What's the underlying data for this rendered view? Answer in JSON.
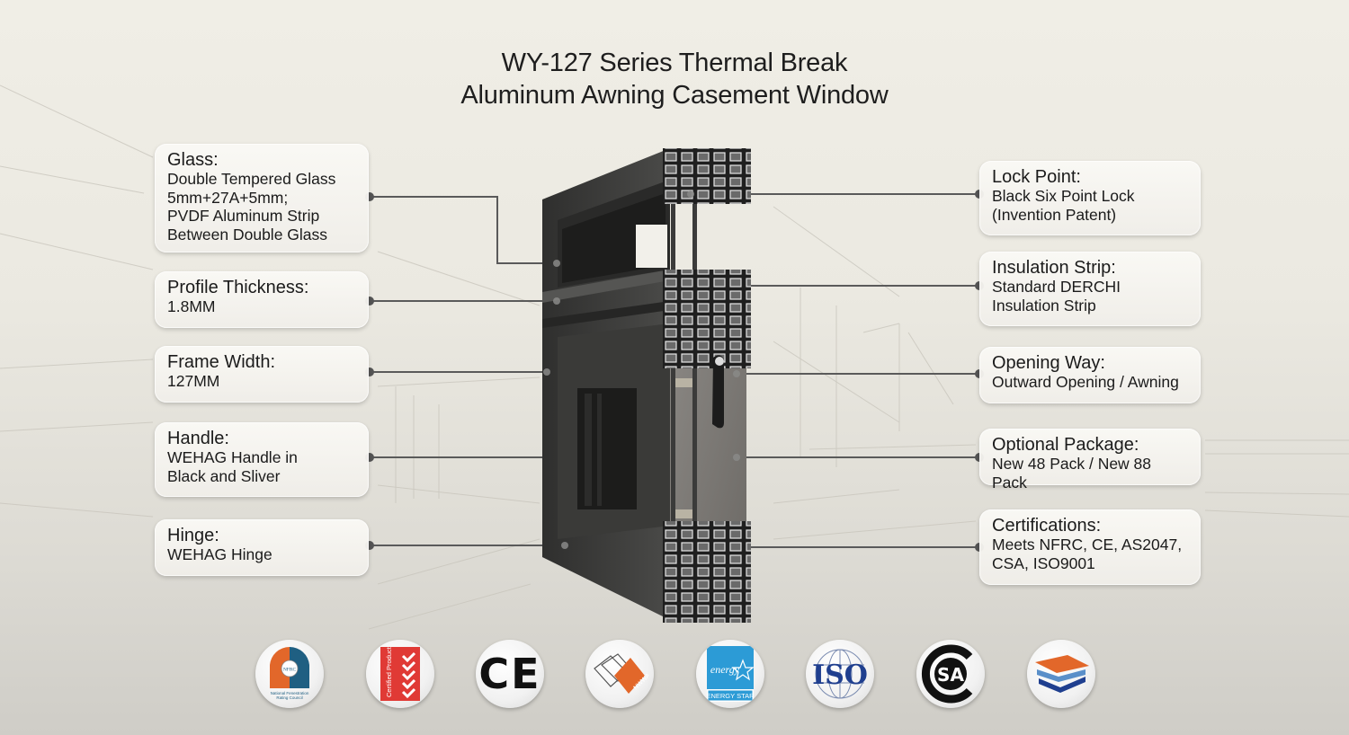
{
  "title": {
    "line1": "WY-127 Series Thermal Break",
    "line2": "Aluminum Awning Casement Window"
  },
  "left_features": [
    {
      "label": "Glass:",
      "value": "Double Tempered Glass\n5mm+27A+5mm;\nPVDF Aluminum Strip\nBetween Double Glass"
    },
    {
      "label": "Profile Thickness:",
      "value": "1.8MM"
    },
    {
      "label": "Frame Width:",
      "value": "127MM"
    },
    {
      "label": "Handle:",
      "value": "WEHAG Handle in\nBlack and Sliver"
    },
    {
      "label": "Hinge:",
      "value": "WEHAG Hinge"
    }
  ],
  "right_features": [
    {
      "label": "Lock Point:",
      "value": "Black Six Point Lock\n(Invention Patent)"
    },
    {
      "label": "Insulation Strip:",
      "value": "Standard DERCHI\nInsulation Strip"
    },
    {
      "label": "Opening Way:",
      "value": "Outward Opening / Awning"
    },
    {
      "label": "Optional Package:",
      "value": "New 48 Pack / New 88 Pack"
    },
    {
      "label": "Certifications:",
      "value": "Meets NFRC, CE, AS2047,\nCSA, ISO9001"
    }
  ],
  "badges": [
    {
      "name": "nfrc-logo",
      "text": "NFRC",
      "caption": "National Fenestration Rating Council"
    },
    {
      "name": "certified-product-logo",
      "text": "Certified Product"
    },
    {
      "name": "ce-mark",
      "text": "CE"
    },
    {
      "name": "nwwa-logo",
      "text": "NWWA"
    },
    {
      "name": "energy-star-logo",
      "text": "ENERGY STAR",
      "script": "energy"
    },
    {
      "name": "iso-logo",
      "text": "ISO"
    },
    {
      "name": "csa-logo",
      "text": "SA"
    },
    {
      "name": "layers-logo",
      "text": ""
    }
  ],
  "colors": {
    "connector": "#5a5a5a",
    "frame": "#3e3e3c",
    "nfrc_orange": "#e2672a",
    "nfrc_blue": "#1f5f82",
    "cert_red": "#e03a35",
    "energy_blue": "#2c9bd6",
    "iso_blue": "#1f3f8f"
  }
}
